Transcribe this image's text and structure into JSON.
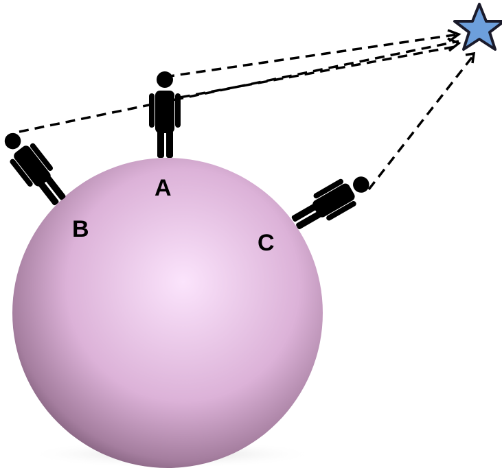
{
  "diagram": {
    "labels": {
      "a": "A",
      "b": "B",
      "c": "C"
    },
    "colors": {
      "planet_highlight": "#fbe4fc",
      "planet_mid": "#dcb2d8",
      "planet_shadow": "#5a3d55",
      "star_fill": "#6d9fdc",
      "star_stroke": "#1a1a2a",
      "person": "#000000",
      "sight_line": "#000000"
    },
    "icons": {
      "star": "star-icon",
      "person": "person-icon"
    }
  }
}
